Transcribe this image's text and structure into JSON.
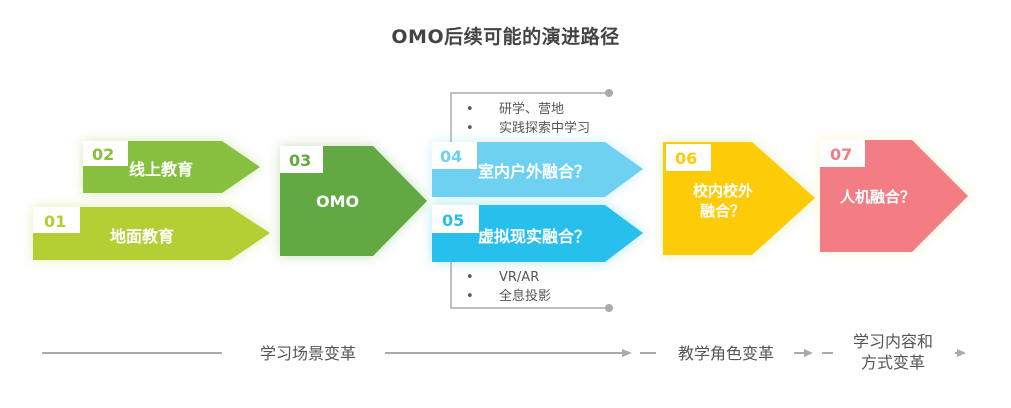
{
  "title": "OMO后续可能的演进路径",
  "steps": [
    {
      "num": "01",
      "label": "地面教育",
      "color": "#b3cf34"
    },
    {
      "num": "02",
      "label": "线上教育",
      "color": "#86c03e"
    },
    {
      "num": "03",
      "label": "OMO",
      "color": "#62a843"
    },
    {
      "num": "04",
      "label": "室内户外融合？",
      "color": "#6fd1f2"
    },
    {
      "num": "05",
      "label": "虚拟现实融合？",
      "color": "#27bfec"
    },
    {
      "num": "06",
      "label_line1": "校内校外",
      "label_line2": "融合？",
      "color": "#fecb08"
    },
    {
      "num": "07",
      "label": "人机融合？",
      "color": "#f27d84"
    }
  ],
  "notes_top": [
    "研学、营地",
    "实践探索中学习"
  ],
  "notes_bottom": [
    "VR/AR",
    "全息投影"
  ],
  "bullet": "•",
  "timeline": {
    "phase1": "学习场景变革",
    "phase2": "教学角色变革",
    "phase3_line1": "学习内容和",
    "phase3_line2": "方式变革"
  },
  "colors": {
    "title": "#444444",
    "line": "#aaaaaa",
    "text": "#555555"
  }
}
